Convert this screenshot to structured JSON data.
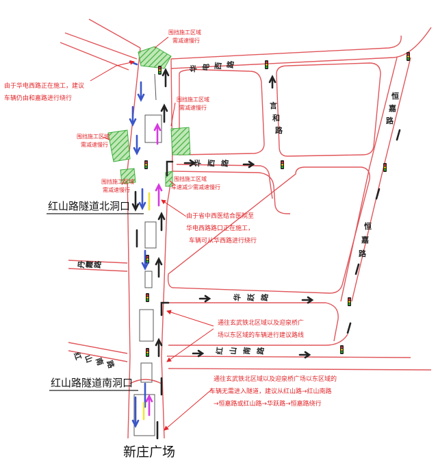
{
  "roads": {
    "huadian_west": [
      "华",
      "电",
      "西",
      "路"
    ],
    "yanhe": [
      "言",
      "和",
      "路"
    ],
    "hengjia_upper": [
      "恒",
      "嘉",
      "路"
    ],
    "hengjia_lower": [
      "恒",
      "嘉",
      "路"
    ],
    "huaxi": [
      "华",
      "西",
      "路"
    ],
    "danxia": [
      "丹",
      "霞",
      "路"
    ],
    "huayue": [
      "华",
      "跃",
      "路"
    ],
    "hongshan_south_left": [
      "红",
      "山",
      "南",
      "路"
    ],
    "hongshan_south_right": [
      "红",
      "山",
      "南",
      "路"
    ]
  },
  "tunnel": {
    "north_portal": "红山路隧道北洞口",
    "south_portal": "红山路隧道南洞口"
  },
  "place": {
    "xinzhuang": "新庄广场"
  },
  "notes": {
    "detour_top": [
      "由于华电西路正在施工，建议",
      "车辆仍由和嘉路进行绕行"
    ],
    "zone_top": [
      "围挡施工区域",
      "需减速慢行"
    ],
    "zone_upper_right": [
      "围挡施工区域",
      "需减速慢行"
    ],
    "zone_mid_left": [
      "围挡施工区域",
      "需减速慢行"
    ],
    "zone_low_left": [
      "围挡施工区域",
      "需减速慢行"
    ],
    "zone_low_right": [
      "围挡施工区域",
      "车速减少需减速慢行"
    ],
    "hospital": [
      "由于省中西医结合医院至",
      "华电西路路口正在施工，",
      "车辆可从华西路进行绕行"
    ],
    "xuanwu_route": [
      "通往玄武铁北区域以及迎泉桥广",
      "场以东区域的车辆进行建议路线"
    ],
    "xuanwu_advice": [
      "通往玄武铁北区域以及迎泉桥广场以东区域的",
      "车辆无需进入隧道，建议从红山路→红山南路",
      "→恒嘉路或红山路→华跃路→恒嘉路绕行"
    ]
  },
  "colors": {
    "road_edge": "#e0555a",
    "annotation": "#e2262a",
    "hatch": "#3fae3f",
    "arrow_blue": "#3a56c9",
    "arrow_magenta": "#d63adf",
    "arrow_yellow": "#f1e43a",
    "arrow_black": "#222222"
  }
}
